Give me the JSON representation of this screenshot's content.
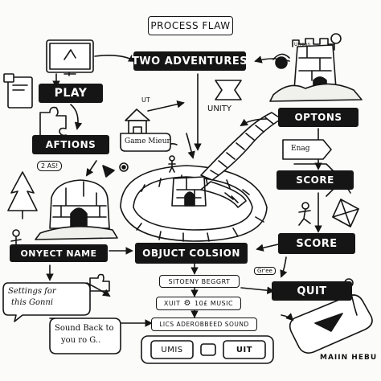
{
  "title": "PROCESS FLAW",
  "nodes": {
    "two_adventures": "TWO ADVENTURES",
    "play": "PLAY",
    "aftions": "AFTIONS",
    "optons": "OPTONS",
    "score_top": "SCORE",
    "score_bottom": "SCORE",
    "onyect_name": "ONYECT NAME",
    "objuct_colsion": "OBJUCT COLSION",
    "quit": "QUIT",
    "sitoeny_beggrt": "SITOENY BEGGRT",
    "xuit_music": "XUIT",
    "music_text": "10£ MUSIC",
    "lics_sound": "LICS ADEROBBEED SOUND",
    "umis": "UMIS",
    "uit": "UIT"
  },
  "notes": {
    "unity": "UNITY",
    "game_mieur": "Game Mieur",
    "engg": "Enag",
    "settings_line1": "Settings for",
    "settings_line2": "this Gonni",
    "sound_line1": "Sound Back to",
    "sound_line2": "you ro G..",
    "main_menu": "MAIIN HEBU",
    "small_2as": "2 AS!",
    "small_ut": "UT",
    "small_urroon": "Urroon",
    "small_grel": "Gr'ee"
  }
}
